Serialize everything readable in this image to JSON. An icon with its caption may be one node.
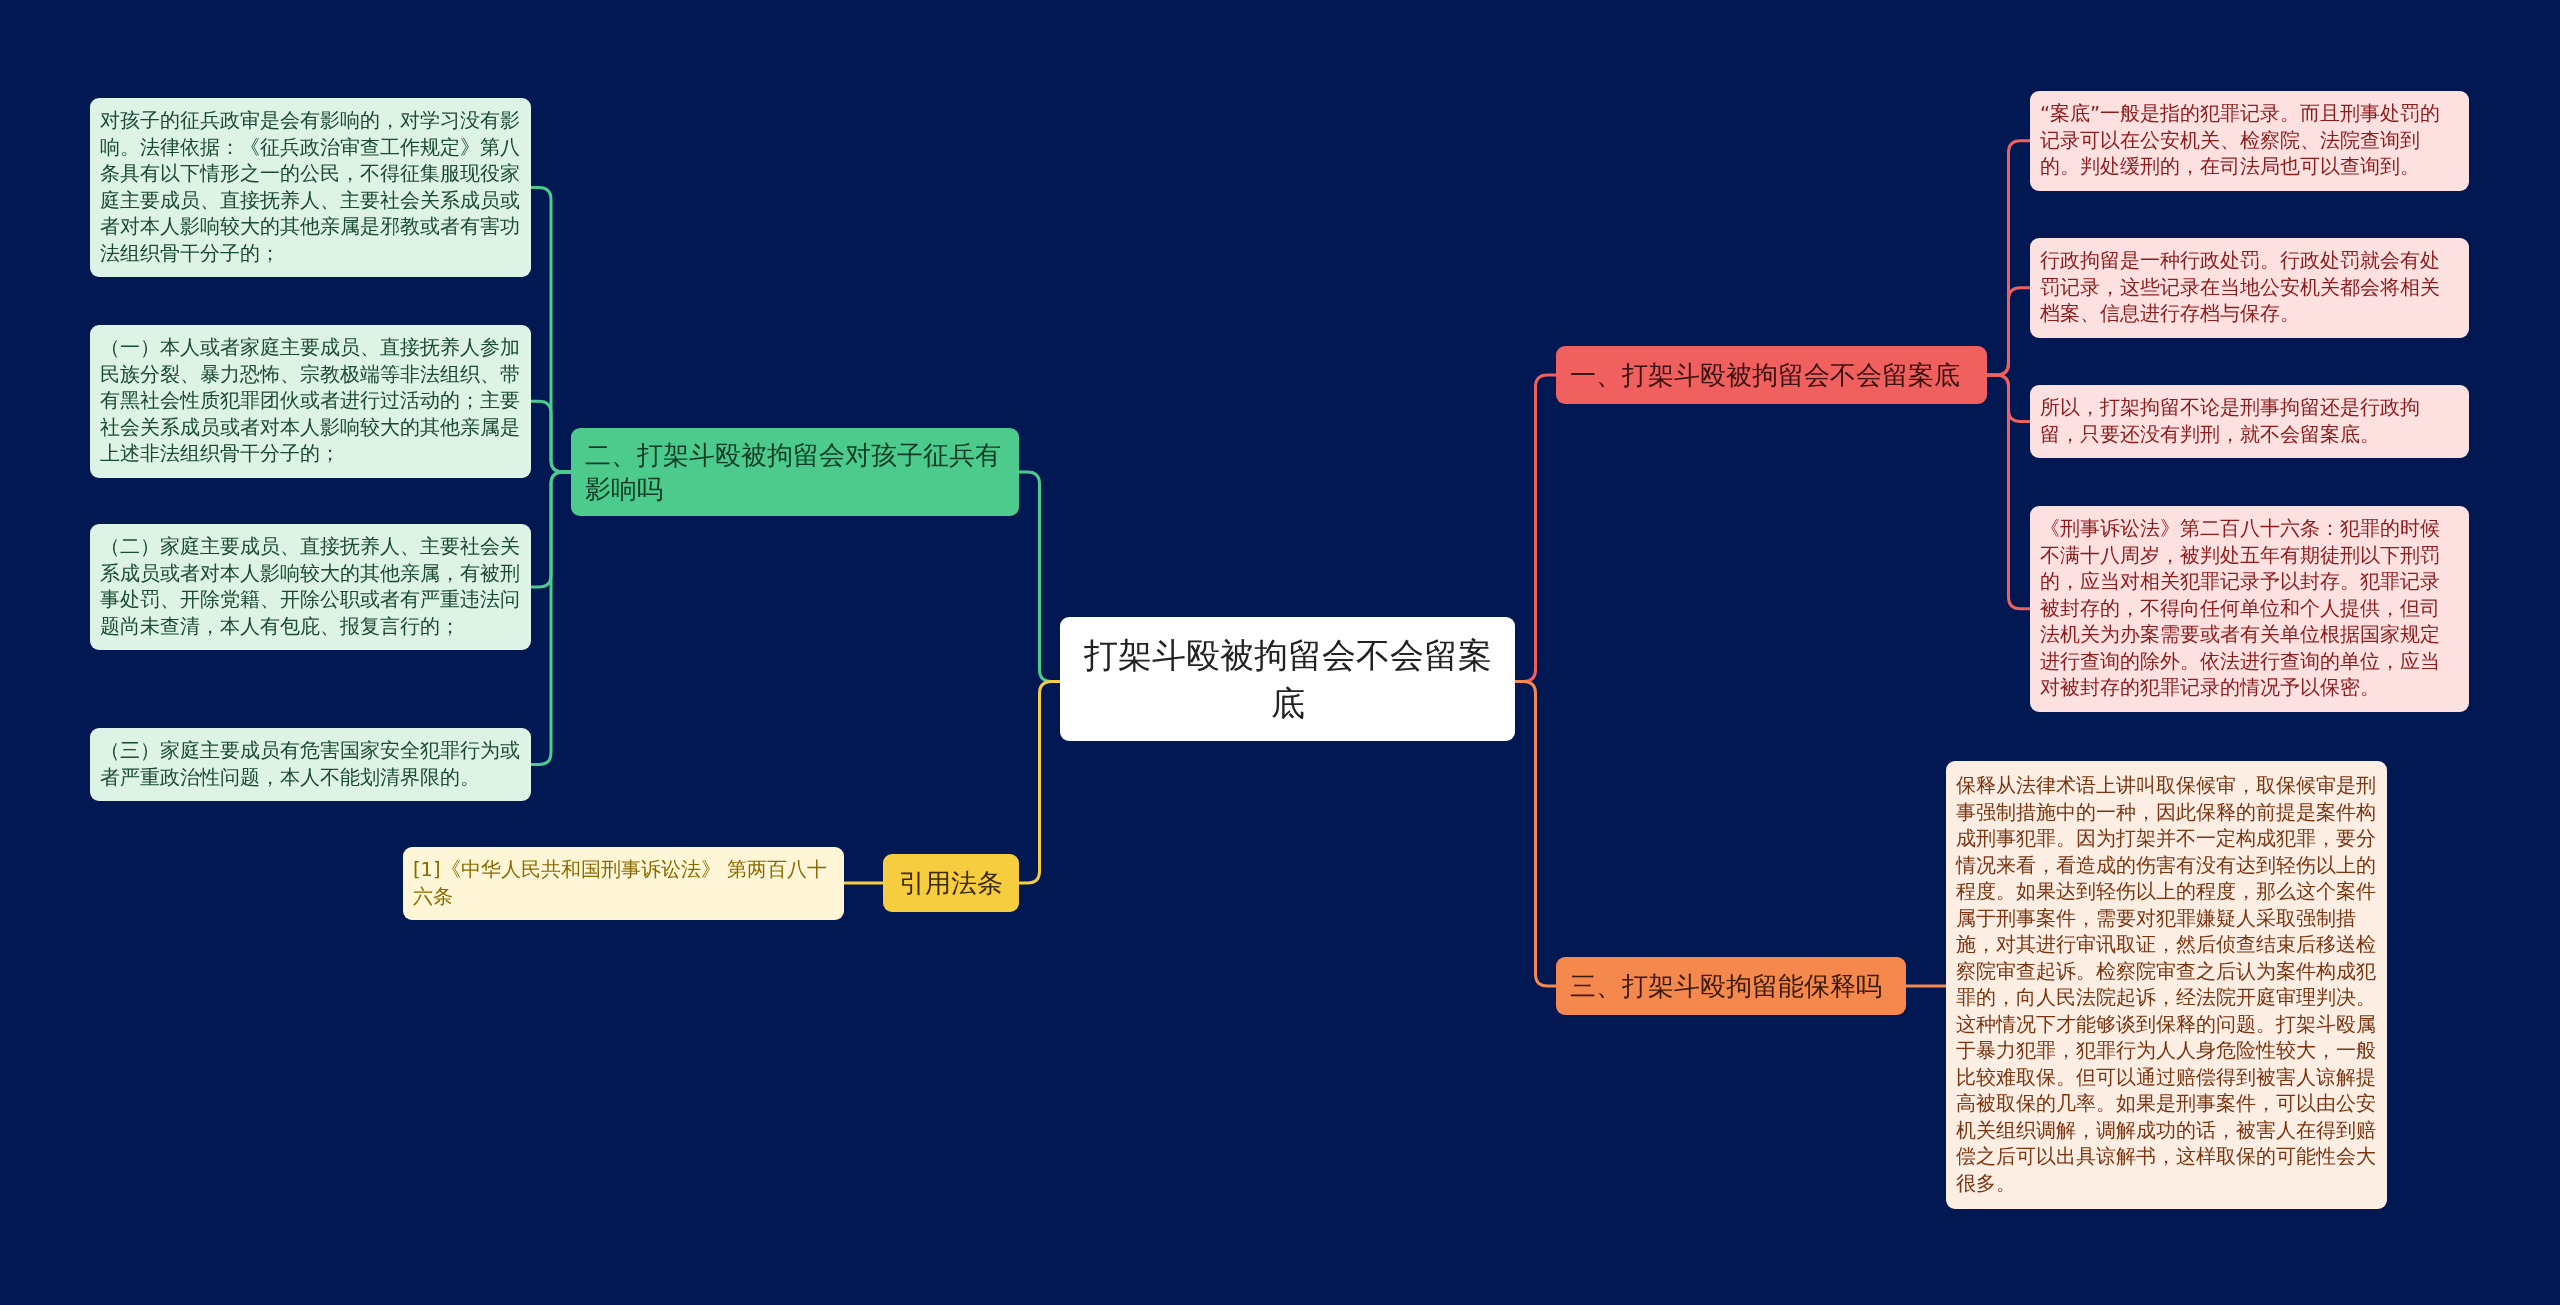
{
  "diagram": {
    "nodes": [
      {
        "text": [
          "打架斗殴被拘留会不会留案底"
        ]
      },
      {
        "text": [
          "一、打架斗殴被拘留会不会留案底"
        ]
      },
      {
        "text": [
          "“案底”一般是指的犯罪记录。而且刑事处罚的记录可以在公安机关、检察院、法院查询到的。判处缓刑的，在司法局也可以查询到。"
        ]
      },
      {
        "text": [
          "行政拘留是一种行政处罚。行政处罚就会有处罚记录，这些记录在当地公安机关都会将相关档案、信息进行存档与保存。"
        ]
      },
      {
        "text": [
          "所以，打架拘留不论是刑事拘留还是行政拘留，只要还没有判刑，就不会留案底。"
        ]
      },
      {
        "text": [
          "《刑事诉讼法》第二百八十六条：犯罪的时候不满十八周岁，被判处五年有期徒刑以下刑罚的，应当对相关犯罪记录予以封存。犯罪记录被封存的，不得向任何单位和个人提供，但司法机关为办案需要或者有关单位根据国家规定进行查询的除外。依法进行查询的单位，应当对被封存的犯罪记录的情况予以保密。"
        ]
      },
      {
        "text": [
          "三、打架斗殴拘留能保释吗"
        ]
      },
      {
        "text": [
          "保释从法律术语上讲叫取保候审，取保候审是刑事强制措施中的一种，因此保释的前提是案件构成刑事犯罪。因为打架并不一定构成犯罪，要分情况来看，看造成的伤害有没有达到轻伤以上的程度。如果达到轻伤以上的程度，那么这个案件属于刑事案件，需要对犯罪嫌疑人采取强制措施，对其进行审讯取证，然后侦查结束后移送检察院审查起诉。检察院审查之后认为案件构成犯罪的，向人民法院起诉，经法院开庭审理判决。这种情况下才能够谈到保释的问题。打架斗殴属于暴力犯罪，犯罪行为人人身危险性较大，一般比较难取保。但可以通过赔偿得到被害人谅解提高被取保的几率。如果是刑事案件，可以由公安机关组织调解，调解成功的话，被害人在得到赔偿之后可以出具谅解书，这样取保的可能性会大很多。"
        ]
      },
      {
        "text": [
          "二、打架斗殴被拘留会对孩子征兵有影响吗"
        ]
      },
      {
        "text": [
          "对孩子的征兵政审是会有影响的，对学习没有影响。法律依据：《征兵政治审查工作规定》第八条具有以下情形之一的公民，不得征集服现役家庭主要成员、直接抚养人、主要社会关系成员或者对本人影响较大的其他亲属是邪教或者有害功法组织骨干分子的；"
        ]
      },
      {
        "text": [
          "（一）本人或者家庭主要成员、直接抚养人参加民族分裂、暴力恐怖、宗教极端等非法组织、带有黑社会性质犯罪团伙或者进行过活动的；主要社会关系成员或者对本人影响较大的其他亲属是上述非法组织骨干分子的；"
        ]
      },
      {
        "text": [
          "（二）家庭主要成员、直接抚养人、主要社会关系成员或者对本人影响较大的其他亲属，有被刑事处罚、开除党籍、开除公职或者有严重违法问题尚未查清，本人有包庇、报复言行的；"
        ]
      },
      {
        "text": [
          "（三）家庭主要成员有危害国家安全犯罪行为或者严重政治性问题，本人不能划清界限的。"
        ]
      },
      {
        "text": [
          "引用法条"
        ]
      },
      {
        "text": [
          "[1]《中华人民共和国刑事诉讼法》 第两百八十六条"
        ]
      }
    ],
    "edges": [
      {
        "from": 0,
        "to": 1,
        "arrow": "none",
        "color": "#f0605f"
      },
      {
        "from": 1,
        "to": 2,
        "arrow": "none",
        "color": "#f0605f"
      },
      {
        "from": 1,
        "to": 3,
        "arrow": "none",
        "color": "#f0605f"
      },
      {
        "from": 1,
        "to": 4,
        "arrow": "none",
        "color": "#f0605f"
      },
      {
        "from": 1,
        "to": 5,
        "arrow": "none",
        "color": "#f0605f"
      },
      {
        "from": 0,
        "to": 6,
        "arrow": "none",
        "color": "#f4884d"
      },
      {
        "from": 6,
        "to": 7,
        "arrow": "none",
        "color": "#f4884d"
      },
      {
        "from": 0,
        "to": 8,
        "arrow": "none",
        "color": "#4ccb8d"
      },
      {
        "from": 8,
        "to": 9,
        "arrow": "none",
        "color": "#4ccb8d"
      },
      {
        "from": 8,
        "to": 10,
        "arrow": "none",
        "color": "#4ccb8d"
      },
      {
        "from": 8,
        "to": 11,
        "arrow": "none",
        "color": "#4ccb8d"
      },
      {
        "from": 8,
        "to": 12,
        "arrow": "none",
        "color": "#4ccb8d"
      },
      {
        "from": 0,
        "to": 13,
        "arrow": "none",
        "color": "#f6cd3f"
      },
      {
        "from": 13,
        "to": 14,
        "arrow": "none",
        "color": "#f6cd3f"
      }
    ]
  }
}
